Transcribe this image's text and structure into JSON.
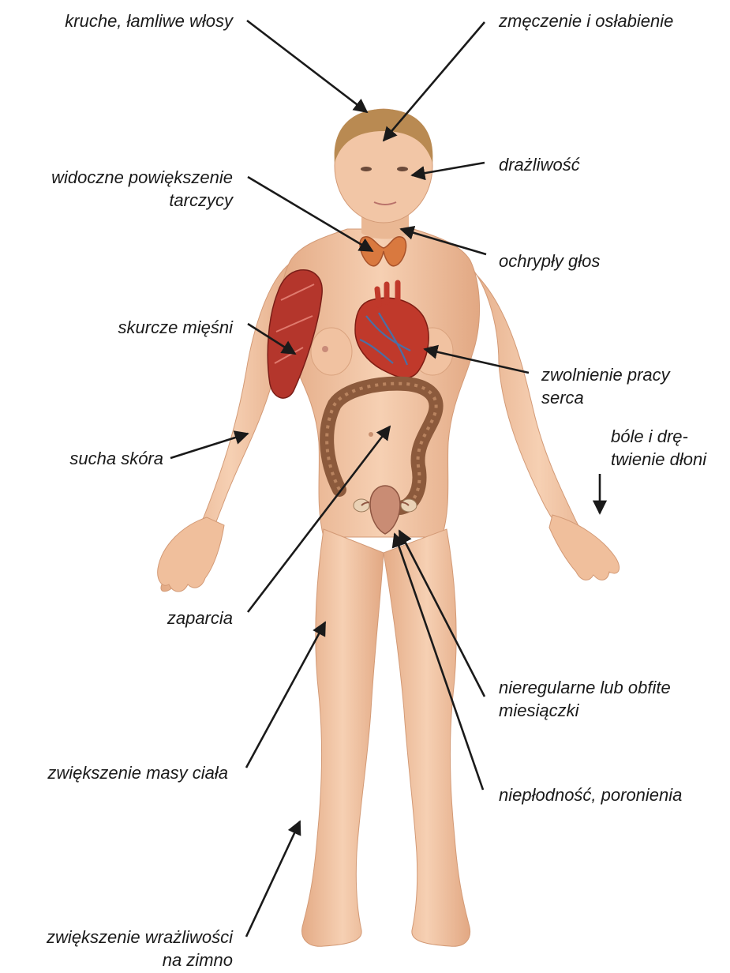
{
  "labels": {
    "brittle_hair": [
      "kruche, łamliwe włosy"
    ],
    "fatigue": [
      "zmęczenie i osłabienie"
    ],
    "irritability": [
      "drażliwość"
    ],
    "goiter": [
      "widoczne powiększenie",
      "tarczycy"
    ],
    "hoarse_voice": [
      "ochrypły głos"
    ],
    "muscle_cramps": [
      "skurcze mięśni"
    ],
    "slow_heart": [
      "zwolnienie pracy",
      "serca"
    ],
    "dry_skin": [
      "sucha skóra"
    ],
    "hand_pain": [
      "bóle i drę-",
      "twienie dłoni"
    ],
    "constipation": [
      "zaparcia"
    ],
    "menstruation": [
      "nieregularne lub obfite",
      "miesiączki"
    ],
    "weight_gain": [
      "zwiększenie masy ciała"
    ],
    "infertility": [
      "niepłodność, poronienia"
    ],
    "cold_sensitivity": [
      "zwiększenie wrażliwości",
      "na zimno"
    ]
  },
  "colors": {
    "skin": "#f3c7a6",
    "skin_shade": "#dca582",
    "hair": "#b98a52",
    "muscle": "#b4362c",
    "heart": "#c0392b",
    "heart_vessels": "#4a6fa5",
    "thyroid": "#d9793f",
    "colon": "#8c5a3c",
    "uterus": "#c98c74",
    "arrow": "#1a1a1a",
    "text": "#1a1a1a"
  },
  "icons": {
    "body": "female-body-figure",
    "thyroid": "thyroid-organ-icon",
    "heart": "heart-organ-icon",
    "muscle": "arm-muscle-icon",
    "colon": "colon-organ-icon",
    "uterus": "uterus-organ-icon"
  }
}
